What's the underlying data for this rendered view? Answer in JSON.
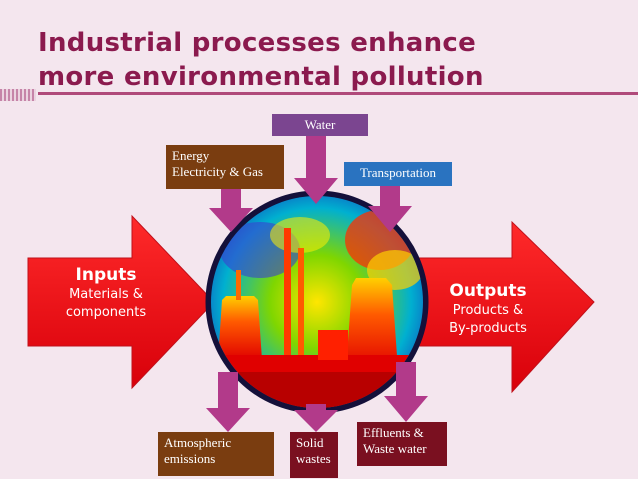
{
  "title": {
    "line1": "Industrial processes enhance",
    "line2": "more environmental pollution"
  },
  "inputs": {
    "heading": "Inputs",
    "line1": "Materials &",
    "line2": "components"
  },
  "outputs": {
    "heading": "Outputs",
    "line1": "Products &",
    "line2": "By-products"
  },
  "top_inputs": {
    "water": "Water",
    "energy_line1": "Energy",
    "energy_line2": "Electricity & Gas",
    "transport": "Transportation"
  },
  "bottom_outputs": {
    "atmos_line1": "Atmospheric",
    "atmos_line2": "emissions",
    "solid_line1": "Solid",
    "solid_line2": "wastes",
    "effluent_line1": "Effluents &",
    "effluent_line2": "Waste water"
  },
  "colors": {
    "title": "#8b1a4e",
    "background": "#f4e6ee",
    "big_arrow": "#e8101a",
    "small_arrow": "#b23a8a",
    "water_box": "#7b4590",
    "energy_box": "#7a3d10",
    "transport_box": "#2a73c0",
    "solid_box": "#7a1020"
  },
  "image": {
    "subject": "thermal-image-industrial-plant"
  }
}
